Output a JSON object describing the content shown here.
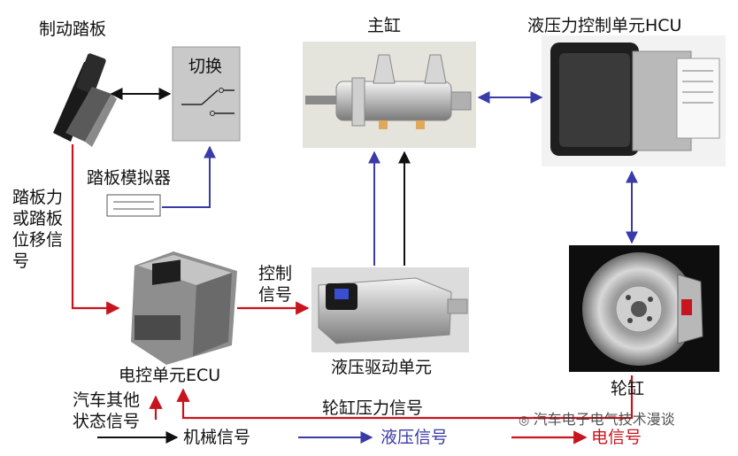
{
  "labels": {
    "pedal": "制动踏板",
    "switch": "切换",
    "master_cylinder": "主缸",
    "hcu": "液压力控制单元HCU",
    "simulator": "踏板模拟器",
    "pedal_signal_line1": "踏板力",
    "pedal_signal_line2": "或踏板",
    "pedal_signal_line3": "位移信",
    "pedal_signal_line4": "号",
    "control_signal_line1": "控制",
    "control_signal_line2": "信号",
    "ecu": "电控单元ECU",
    "hydraulic_drive": "液压驱动单元",
    "wheel_cylinder": "轮缸",
    "vehicle_status_line1": "汽车其他",
    "vehicle_status_line2": "状态信号",
    "wheel_pressure_signal": "轮缸压力信号"
  },
  "legend": {
    "mechanical": "机械信号",
    "hydraulic": "液压信号",
    "electrical": "电信号"
  },
  "watermark": "汽车电子电气技术漫谈",
  "colors": {
    "mechanical": "#111111",
    "hydraulic": "#3a3aa8",
    "electrical": "#c8141e",
    "switch_box": "#c9c9c9",
    "master_bg": "#e4e4dc"
  }
}
